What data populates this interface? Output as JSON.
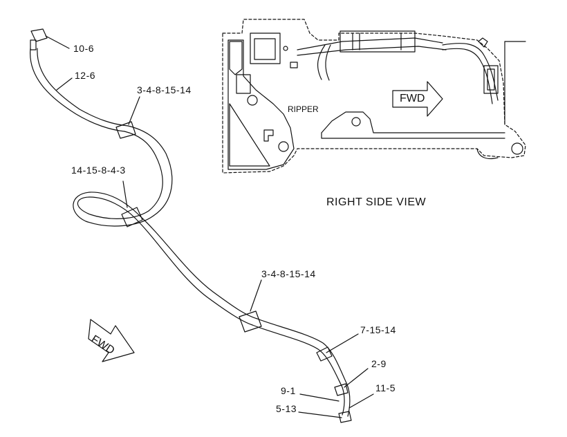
{
  "diagram": {
    "view_title": "RIGHT SIDE VIEW",
    "ripper_label": "RIPPER",
    "fwd_label_top": "FWD",
    "fwd_label_left": "FWD",
    "callouts": [
      {
        "id": "c1",
        "text": "10-6"
      },
      {
        "id": "c2",
        "text": "12-6"
      },
      {
        "id": "c3",
        "text": "3-4-8-15-14"
      },
      {
        "id": "c4",
        "text": "14-15-8-4-3"
      },
      {
        "id": "c5",
        "text": "3-4-8-15-14"
      },
      {
        "id": "c6",
        "text": "7-15-14"
      },
      {
        "id": "c7",
        "text": "2-9"
      },
      {
        "id": "c8",
        "text": "9-1"
      },
      {
        "id": "c9",
        "text": "11-5"
      },
      {
        "id": "c10",
        "text": "5-13"
      }
    ]
  }
}
